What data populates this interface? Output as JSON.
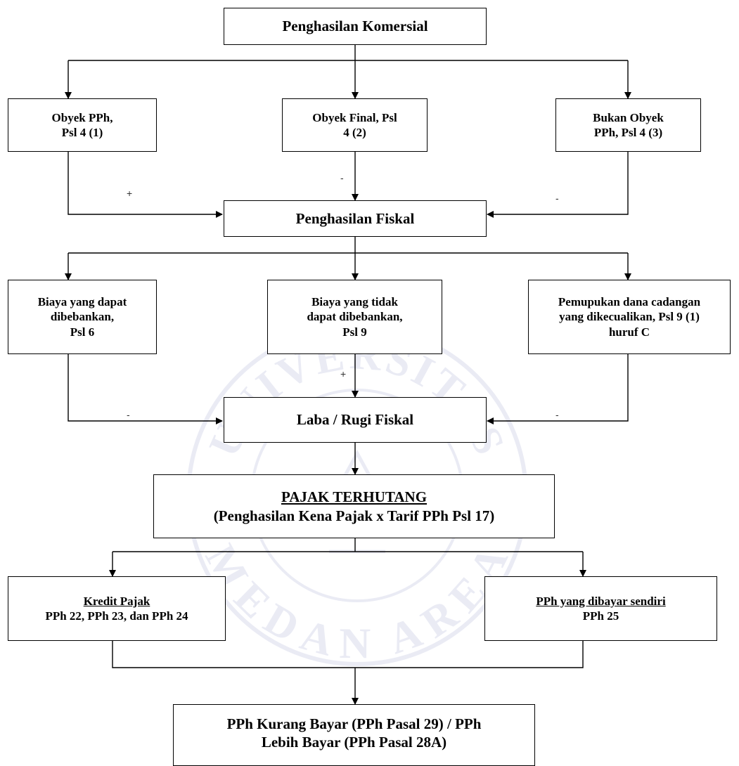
{
  "nodes": {
    "komersial": [
      "Penghasilan Komersial"
    ],
    "obyek_pph": [
      "Obyek PPh,",
      "Psl 4 (1)"
    ],
    "obyek_final": [
      "Obyek Final, Psl",
      "4 (2)"
    ],
    "bukan_obyek": [
      "Bukan Obyek",
      "PPh, Psl 4 (3)"
    ],
    "fiskal": [
      "Penghasilan Fiskal"
    ],
    "biaya_dapat": [
      "Biaya yang dapat",
      "dibebankan,",
      "Psl 6"
    ],
    "biaya_tidak": [
      "Biaya yang tidak",
      "dapat dibebankan,",
      "Psl 9"
    ],
    "pemupukan": [
      "Pemupukan dana cadangan",
      "yang dikecualikan, Psl 9 (1)",
      "huruf C"
    ],
    "laba_rugi": [
      "Laba / Rugi Fiskal"
    ],
    "pajak_terhutang": [
      "PAJAK TERHUTANG",
      "(Penghasilan Kena Pajak x Tarif PPh Psl 17)"
    ],
    "kredit_pajak": [
      "Kredit Pajak",
      "PPh 22, PPh 23, dan PPh 24"
    ],
    "pph_sendiri": [
      "PPh yang dibayar sendiri",
      "PPh 25"
    ],
    "kurang_bayar": [
      "PPh Kurang Bayar (PPh Pasal 29) / PPh",
      "Lebih Bayar (PPh Pasal 28A)"
    ]
  },
  "signs": {
    "obyek_pph": "+",
    "obyek_final": "-",
    "bukan_obyek": "-",
    "biaya_dapat": "-",
    "biaya_tidak": "+",
    "pemupukan": "-"
  },
  "watermark": {
    "top_text": "UNIVERSITAS",
    "bottom_text": "MEDAN AREA"
  }
}
